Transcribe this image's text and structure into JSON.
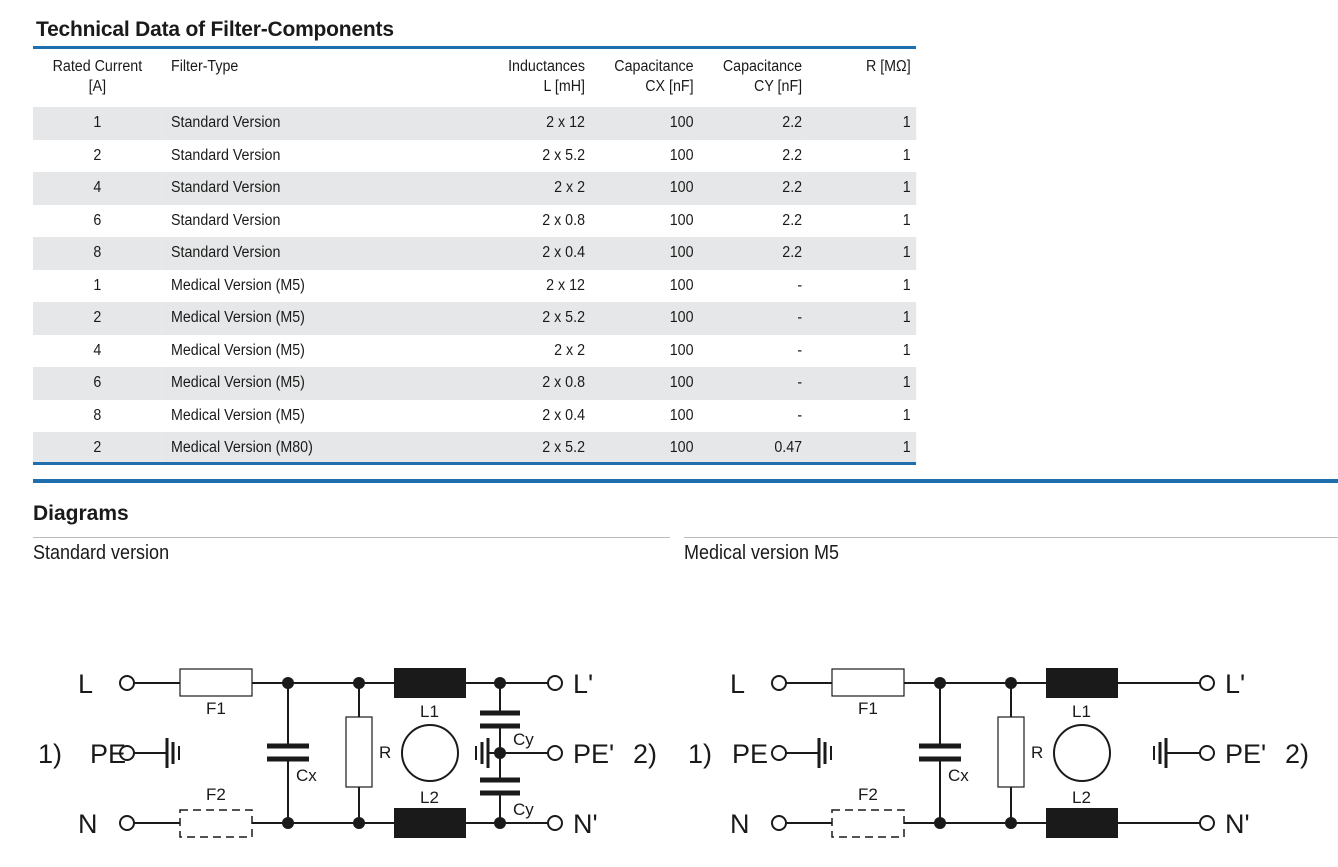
{
  "title": "Technical Data of Filter-Components",
  "table": {
    "headers": {
      "rated_current": [
        "Rated Current",
        "[A]"
      ],
      "filter_type": "Filter-Type",
      "inductances": [
        "Inductances",
        "L [mH]"
      ],
      "capacitance_cx": [
        "Capacitance",
        "CX [nF]"
      ],
      "capacitance_cy": [
        "Capacitance",
        "CY [nF]"
      ],
      "resistance": "R [MΩ]"
    },
    "rows": [
      [
        "1",
        "Standard Version",
        "2 x 12",
        "100",
        "2.2",
        "1"
      ],
      [
        "2",
        "Standard Version",
        "2 x 5.2",
        "100",
        "2.2",
        "1"
      ],
      [
        "4",
        "Standard Version",
        "2 x 2",
        "100",
        "2.2",
        "1"
      ],
      [
        "6",
        "Standard Version",
        "2 x 0.8",
        "100",
        "2.2",
        "1"
      ],
      [
        "8",
        "Standard Version",
        "2 x 0.4",
        "100",
        "2.2",
        "1"
      ],
      [
        "1",
        "Medical Version (M5)",
        "2 x 12",
        "100",
        "-",
        "1"
      ],
      [
        "2",
        "Medical Version (M5)",
        "2 x 5.2",
        "100",
        "-",
        "1"
      ],
      [
        "4",
        "Medical Version (M5)",
        "2 x 2",
        "100",
        "-",
        "1"
      ],
      [
        "6",
        "Medical Version (M5)",
        "2 x 0.8",
        "100",
        "-",
        "1"
      ],
      [
        "8",
        "Medical Version (M5)",
        "2 x 0.4",
        "100",
        "-",
        "1"
      ],
      [
        "2",
        "Medical Version (M80)",
        "2 x 5.2",
        "100",
        "0.47",
        "1"
      ]
    ]
  },
  "diagrams": {
    "title": "Diagrams",
    "standard": {
      "label": "Standard version",
      "terminals": {
        "l": "L",
        "pe": "PE",
        "n": "N",
        "l_out": "L'",
        "pe_out": "PE'",
        "n_out": "N'",
        "note_in": "1)",
        "note_out": "2)"
      },
      "parts": {
        "f1": "F1",
        "f2": "F2",
        "cx": "Cx",
        "r": "R",
        "l1": "L1",
        "l2": "L2",
        "cy1": "Cy",
        "cy2": "Cy"
      }
    },
    "medical": {
      "label": "Medical version M5",
      "terminals": {
        "l": "L",
        "pe": "PE",
        "n": "N",
        "l_out": "L'",
        "pe_out": "PE'",
        "n_out": "N'",
        "note_in": "1)",
        "note_out": "2)"
      },
      "parts": {
        "f1": "F1",
        "f2": "F2",
        "cx": "Cx",
        "r": "R",
        "l1": "L1",
        "l2": "L2"
      }
    }
  },
  "colors": {
    "accent": "#1f6fae",
    "row_shade": "#e6e7e8"
  }
}
